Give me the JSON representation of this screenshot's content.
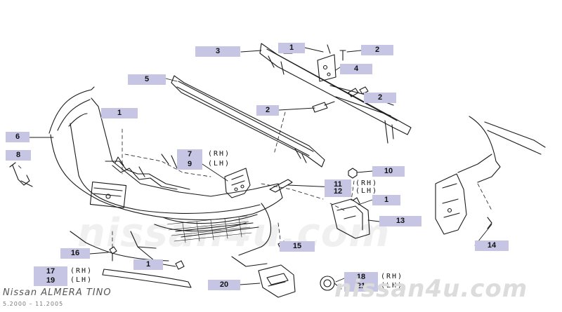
{
  "watermark": "nissan4u.com",
  "vehicle": {
    "model": "Nissan ALMERA TINO",
    "period": "5.2000 – 11.2005"
  },
  "sides": {
    "rh": "(RH)",
    "lh": "(LH)"
  },
  "parts": [
    {
      "id": "p3",
      "number": "3"
    },
    {
      "id": "p1-top",
      "number": "1"
    },
    {
      "id": "p2-top",
      "number": "2"
    },
    {
      "id": "p4",
      "number": "4"
    },
    {
      "id": "p5",
      "number": "5"
    },
    {
      "id": "p2-mid",
      "number": "2"
    },
    {
      "id": "p2-left",
      "number": "2"
    },
    {
      "id": "p1-left",
      "number": "1"
    },
    {
      "id": "p6",
      "number": "6"
    },
    {
      "id": "p8",
      "number": "8"
    },
    {
      "id": "p7",
      "number": "7"
    },
    {
      "id": "p9",
      "number": "9"
    },
    {
      "id": "p10",
      "number": "10"
    },
    {
      "id": "p11",
      "number": "11"
    },
    {
      "id": "p12",
      "number": "12"
    },
    {
      "id": "p1-right",
      "number": "1"
    },
    {
      "id": "p13",
      "number": "13"
    },
    {
      "id": "p14",
      "number": "14"
    },
    {
      "id": "p15",
      "number": "15"
    },
    {
      "id": "p16",
      "number": "16"
    },
    {
      "id": "p17",
      "number": "17"
    },
    {
      "id": "p19",
      "number": "19"
    },
    {
      "id": "p1-bottom",
      "number": "1"
    },
    {
      "id": "p20",
      "number": "20"
    },
    {
      "id": "p18",
      "number": "18"
    },
    {
      "id": "p21",
      "number": "21"
    }
  ]
}
